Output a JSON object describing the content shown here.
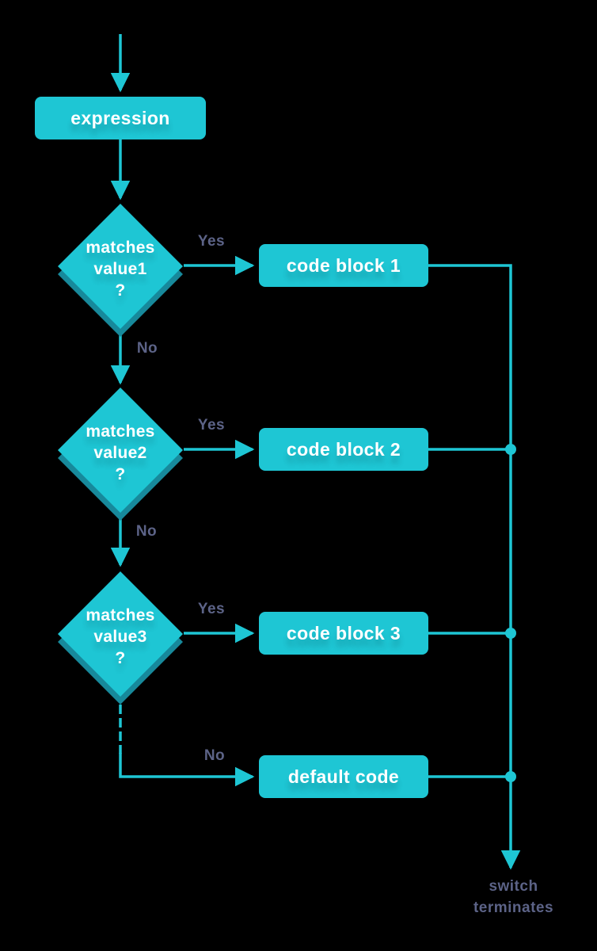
{
  "colors": {
    "accent": "#1ec6d4",
    "accentdark": "#17899b",
    "label": "#5c6387",
    "background": "#000000",
    "nodetext": "#ffffff"
  },
  "flow": {
    "start": "expression",
    "decisions": [
      {
        "question": "matches\nvalue1\n?",
        "yes_label": "Yes",
        "no_label": "No",
        "yes_target": "code block 1"
      },
      {
        "question": "matches\nvalue2\n?",
        "yes_label": "Yes",
        "no_label": "No",
        "yes_target": "code block 2"
      },
      {
        "question": "matches\nvalue3\n?",
        "yes_label": "Yes",
        "no_label": "No",
        "yes_target": "code block 3"
      }
    ],
    "default_block": "default code",
    "terminator": "switch\nterminates"
  }
}
